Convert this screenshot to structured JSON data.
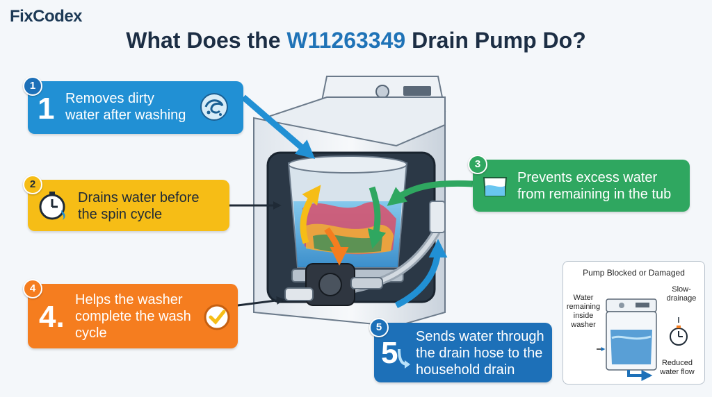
{
  "brand": {
    "logo": "FixCodex"
  },
  "title": {
    "prefix": "What Does the ",
    "part_number": "W11263349",
    "suffix": " Drain Pump Do?"
  },
  "callouts": [
    {
      "num": "1",
      "big": "1",
      "line1": "Removes dirty",
      "line2": "water after washing",
      "icon": "water-swirl-icon"
    },
    {
      "num": "2",
      "line1": "Drains water before",
      "line2": "the spin cycle",
      "icon": "stopwatch-icon"
    },
    {
      "num": "3",
      "line1": "Prevents excess water",
      "line2": "from remaining in the tub",
      "icon": "water-bowl-icon"
    },
    {
      "num": "4",
      "big": "4.",
      "line1": "Helps the washer",
      "line2": "complete the wash",
      "line3": "cycle",
      "icon": "checkmark-icon"
    },
    {
      "num": "5",
      "big": "5",
      "line1": "Sends water through",
      "line2": "the drain hose to the",
      "line3": "household drain",
      "icon": "down-arrow-icon"
    }
  ],
  "inset": {
    "title": "Pump Blocked or Damaged",
    "left_label": [
      "Water",
      "remaining",
      "inside",
      "washer"
    ],
    "right_label": [
      "Slow-",
      "drainage"
    ],
    "bottom_label": [
      "Reduced",
      "water flow"
    ]
  },
  "colors": {
    "blue": "#2190d4",
    "yellow": "#f6bd16",
    "green": "#2fa760",
    "orange": "#f57d1f",
    "dark_blue": "#1d70b8",
    "title_accent": "#1f73b7"
  }
}
